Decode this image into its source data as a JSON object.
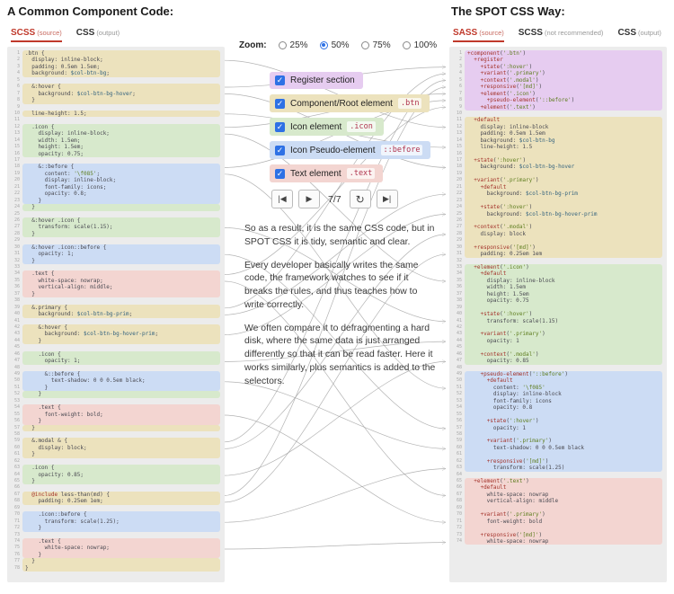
{
  "page": {
    "left_title": "A Common Component Code:",
    "right_title": "The SPOT CSS Way:"
  },
  "colors": {
    "register": "#e6ccf0",
    "component": "#ece2bd",
    "icon": "#d7e9cc",
    "pseudo": "#ccdcf4",
    "text": "#f3d5d1",
    "accent": "#c0392b",
    "checkbox": "#2e71e5"
  },
  "color_key": {
    "c": "component",
    "i": "icon",
    "p": "pseudo",
    "t": "text",
    "r": "register"
  },
  "left_panel": {
    "tabs": [
      {
        "label": "SCSS",
        "suffix": "(source)",
        "active": true
      },
      {
        "label": "CSS",
        "suffix": "(output)",
        "active": false
      }
    ],
    "code": [
      [
        "c",
        ".btn {"
      ],
      [
        "c",
        "  display: inline-block;"
      ],
      [
        "c",
        "  padding: 0.5em 1.5em;"
      ],
      [
        "c",
        "  background: $col-btn-bg;"
      ],
      [
        "",
        ""
      ],
      [
        "c",
        "  &:hover {"
      ],
      [
        "c",
        "    background: $col-btn-bg-hover;"
      ],
      [
        "c",
        "  }"
      ],
      [
        "",
        ""
      ],
      [
        "c",
        "  line-height: 1.5;"
      ],
      [
        "",
        ""
      ],
      [
        "i",
        "  .icon {"
      ],
      [
        "i",
        "    display: inline-block;"
      ],
      [
        "i",
        "    width: 1.5em;"
      ],
      [
        "i",
        "    height: 1.5em;"
      ],
      [
        "i",
        "    opacity: 0.75;"
      ],
      [
        "",
        ""
      ],
      [
        "p",
        "    &::before {"
      ],
      [
        "p",
        "      content: '\\f085';"
      ],
      [
        "p",
        "      display: inline-block;"
      ],
      [
        "p",
        "      font-family: icons;"
      ],
      [
        "p",
        "      opacity: 0.8;"
      ],
      [
        "p",
        "    }"
      ],
      [
        "i",
        "  }"
      ],
      [
        "",
        ""
      ],
      [
        "i",
        "  &:hover .icon {"
      ],
      [
        "i",
        "    transform: scale(1.15);"
      ],
      [
        "i",
        "  }"
      ],
      [
        "",
        ""
      ],
      [
        "p",
        "  &:hover .icon::before {"
      ],
      [
        "p",
        "    opacity: 1;"
      ],
      [
        "p",
        "  }"
      ],
      [
        "",
        ""
      ],
      [
        "t",
        "  .text {"
      ],
      [
        "t",
        "    white-space: nowrap;"
      ],
      [
        "t",
        "    vertical-align: middle;"
      ],
      [
        "t",
        "  }"
      ],
      [
        "",
        ""
      ],
      [
        "c",
        "  &.primary {"
      ],
      [
        "c",
        "    background: $col-btn-bg-prim;"
      ],
      [
        "",
        ""
      ],
      [
        "c",
        "    &:hover {"
      ],
      [
        "c",
        "      background: $col-btn-bg-hover-prim;"
      ],
      [
        "c",
        "    }"
      ],
      [
        "",
        ""
      ],
      [
        "i",
        "    .icon {"
      ],
      [
        "i",
        "      opacity: 1;"
      ],
      [
        "",
        ""
      ],
      [
        "p",
        "      &::before {"
      ],
      [
        "p",
        "        text-shadow: 0 0 0.5em black;"
      ],
      [
        "p",
        "      }"
      ],
      [
        "i",
        "    }"
      ],
      [
        "",
        ""
      ],
      [
        "t",
        "    .text {"
      ],
      [
        "t",
        "      font-weight: bold;"
      ],
      [
        "t",
        "    }"
      ],
      [
        "c",
        "  }"
      ],
      [
        "",
        ""
      ],
      [
        "c",
        "  &.modal & {"
      ],
      [
        "c",
        "    display: block;"
      ],
      [
        "c",
        "  }"
      ],
      [
        "",
        ""
      ],
      [
        "i",
        "  .icon {"
      ],
      [
        "i",
        "    opacity: 0.85;"
      ],
      [
        "i",
        "  }"
      ],
      [
        "",
        ""
      ],
      [
        "c",
        "  @include less-than(md) {"
      ],
      [
        "c",
        "    padding: 0.25em 1em;"
      ],
      [
        "",
        ""
      ],
      [
        "p",
        "    .icon::before {"
      ],
      [
        "p",
        "      transform: scale(1.25);"
      ],
      [
        "p",
        "    }"
      ],
      [
        "",
        ""
      ],
      [
        "t",
        "    .text {"
      ],
      [
        "t",
        "      white-space: nowrap;"
      ],
      [
        "t",
        "    }"
      ],
      [
        "c",
        "  }"
      ],
      [
        "c",
        "}"
      ]
    ]
  },
  "right_panel": {
    "tabs": [
      {
        "label": "SASS",
        "suffix": "(source)",
        "active": true
      },
      {
        "label": "SCSS",
        "suffix": "(not recommended)",
        "active": false
      },
      {
        "label": "CSS",
        "suffix": "(output)",
        "active": false
      }
    ],
    "code": [
      [
        "r",
        "+component('.btn')"
      ],
      [
        "r",
        "  +register"
      ],
      [
        "r",
        "    +state(':hover')"
      ],
      [
        "r",
        "    +variant('.primary')"
      ],
      [
        "r",
        "    +context('.modal')"
      ],
      [
        "r",
        "    +responsive('[md]')"
      ],
      [
        "r",
        "    +element('.icon')"
      ],
      [
        "r",
        "      +pseudo-element('::before')"
      ],
      [
        "r",
        "    +element('.text')"
      ],
      [
        "",
        ""
      ],
      [
        "c",
        "  +default"
      ],
      [
        "c",
        "    display: inline-block"
      ],
      [
        "c",
        "    padding: 0.5em 1.5em"
      ],
      [
        "c",
        "    background: $col-btn-bg"
      ],
      [
        "c",
        "    line-height: 1.5"
      ],
      [
        "c",
        ""
      ],
      [
        "c",
        "  +state(':hover')"
      ],
      [
        "c",
        "    background: $col-btn-bg-hover"
      ],
      [
        "c",
        ""
      ],
      [
        "c",
        "  +variant('.primary')"
      ],
      [
        "c",
        "    +default"
      ],
      [
        "c",
        "      background: $col-btn-bg-prim"
      ],
      [
        "c",
        ""
      ],
      [
        "c",
        "    +state(':hover')"
      ],
      [
        "c",
        "      background: $col-btn-bg-hover-prim"
      ],
      [
        "c",
        ""
      ],
      [
        "c",
        "  +context('.modal')"
      ],
      [
        "c",
        "    display: block"
      ],
      [
        "c",
        ""
      ],
      [
        "c",
        "  +responsive('[md]')"
      ],
      [
        "c",
        "    padding: 0.25em 1em"
      ],
      [
        "",
        ""
      ],
      [
        "i",
        "  +element('.icon')"
      ],
      [
        "i",
        "    +default"
      ],
      [
        "i",
        "      display: inline-block"
      ],
      [
        "i",
        "      width: 1.5em"
      ],
      [
        "i",
        "      height: 1.5em"
      ],
      [
        "i",
        "      opacity: 0.75"
      ],
      [
        "i",
        ""
      ],
      [
        "i",
        "    +state(':hover')"
      ],
      [
        "i",
        "      transform: scale(1.15)"
      ],
      [
        "i",
        ""
      ],
      [
        "i",
        "    +variant('.primary')"
      ],
      [
        "i",
        "      opacity: 1"
      ],
      [
        "i",
        ""
      ],
      [
        "i",
        "    +context('.modal')"
      ],
      [
        "i",
        "      opacity: 0.85"
      ],
      [
        "",
        ""
      ],
      [
        "p",
        "    +pseudo-element('::before')"
      ],
      [
        "p",
        "      +default"
      ],
      [
        "p",
        "        content: '\\f085'"
      ],
      [
        "p",
        "        display: inline-block"
      ],
      [
        "p",
        "        font-family: icons"
      ],
      [
        "p",
        "        opacity: 0.8"
      ],
      [
        "p",
        ""
      ],
      [
        "p",
        "      +state(':hover')"
      ],
      [
        "p",
        "        opacity: 1"
      ],
      [
        "p",
        ""
      ],
      [
        "p",
        "      +variant('.primary')"
      ],
      [
        "p",
        "        text-shadow: 0 0 0.5em black"
      ],
      [
        "p",
        ""
      ],
      [
        "p",
        "      +responsive('[md]')"
      ],
      [
        "p",
        "        transform: scale(1.25)"
      ],
      [
        "",
        ""
      ],
      [
        "t",
        "  +element('.text')"
      ],
      [
        "t",
        "    +default"
      ],
      [
        "t",
        "      white-space: nowrap"
      ],
      [
        "t",
        "      vertical-align: middle"
      ],
      [
        "t",
        ""
      ],
      [
        "t",
        "    +variant('.primary')"
      ],
      [
        "t",
        "      font-weight: bold"
      ],
      [
        "t",
        ""
      ],
      [
        "t",
        "    +responsive('[md]')"
      ],
      [
        "t",
        "      white-space: nowrap"
      ]
    ]
  },
  "controls": {
    "zoom_label": "Zoom:",
    "zoom_options": [
      {
        "label": "25%",
        "selected": false
      },
      {
        "label": "50%",
        "selected": true
      },
      {
        "label": "75%",
        "selected": false
      },
      {
        "label": "100%",
        "selected": false
      }
    ],
    "legend": [
      {
        "key": "register",
        "label": "Register section",
        "chip": "",
        "checked": true
      },
      {
        "key": "component",
        "label": "Component/Root element",
        "chip": ".btn",
        "checked": true
      },
      {
        "key": "icon",
        "label": "Icon element",
        "chip": ".icon",
        "checked": true
      },
      {
        "key": "pseudo",
        "label": "Icon Pseudo-element",
        "chip": "::before",
        "checked": true
      },
      {
        "key": "text",
        "label": "Text element",
        "chip": ".text",
        "checked": true
      }
    ],
    "player": {
      "first": "|◀",
      "play": "▶",
      "counter": "7/7",
      "reload": "↻",
      "last": "▶|"
    },
    "checkmark": "✓"
  },
  "paragraphs": [
    "So as a result, it is the same CSS code, but in SPOT CSS it is tidy, semantic and clear.",
    "Every developer basically writes the same code, the framework watches to see if it breaks the rules, and thus teaches how to write correctly.",
    "We often compare it to defragmenting a hard disk, where the same data is just arranged differently so that it can be read faster. Here it works similarly, plus semantics is added to the selectors."
  ]
}
